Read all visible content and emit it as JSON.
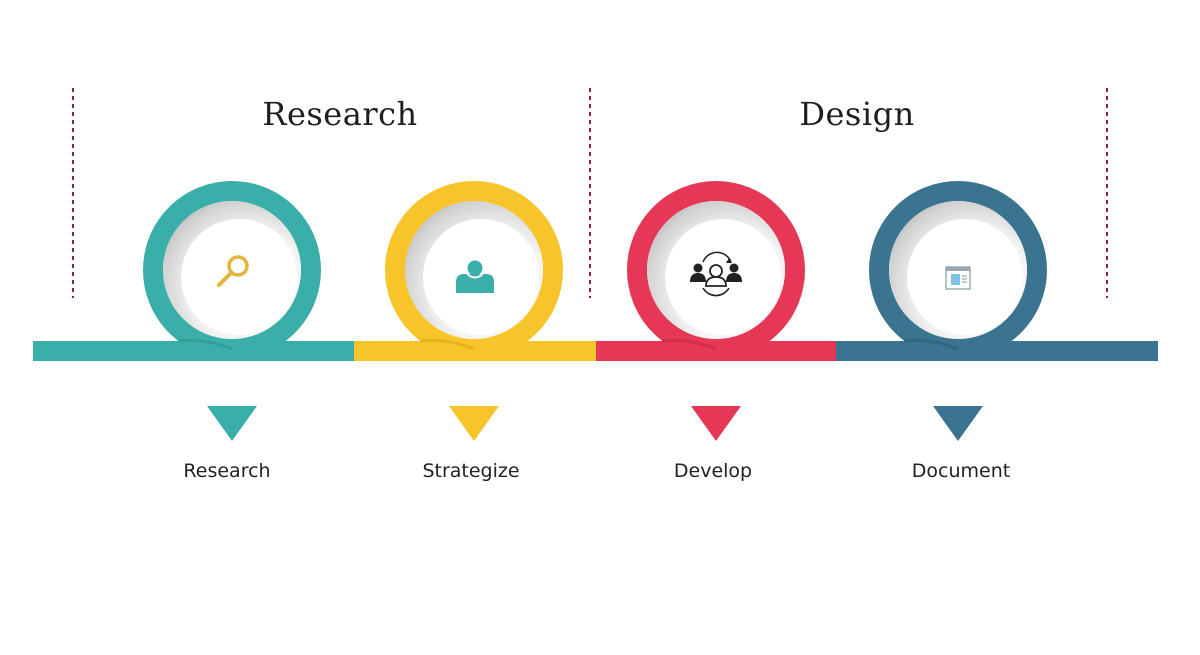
{
  "phases": [
    {
      "title": "Research"
    },
    {
      "title": "Design"
    }
  ],
  "steps": [
    {
      "label": "Research",
      "icon": "magnifier-icon",
      "color": "#3aafa9"
    },
    {
      "label": "Strategize",
      "icon": "user-icon",
      "color": "#f7c52a"
    },
    {
      "label": "Develop",
      "icon": "team-icon",
      "color": "#e63756"
    },
    {
      "label": "Document",
      "icon": "document-icon",
      "color": "#3b7491"
    }
  ],
  "colors": {
    "divider": "#a01e2a",
    "shadow": "#bfbfbf",
    "icon_gold": "#e3b53a"
  }
}
